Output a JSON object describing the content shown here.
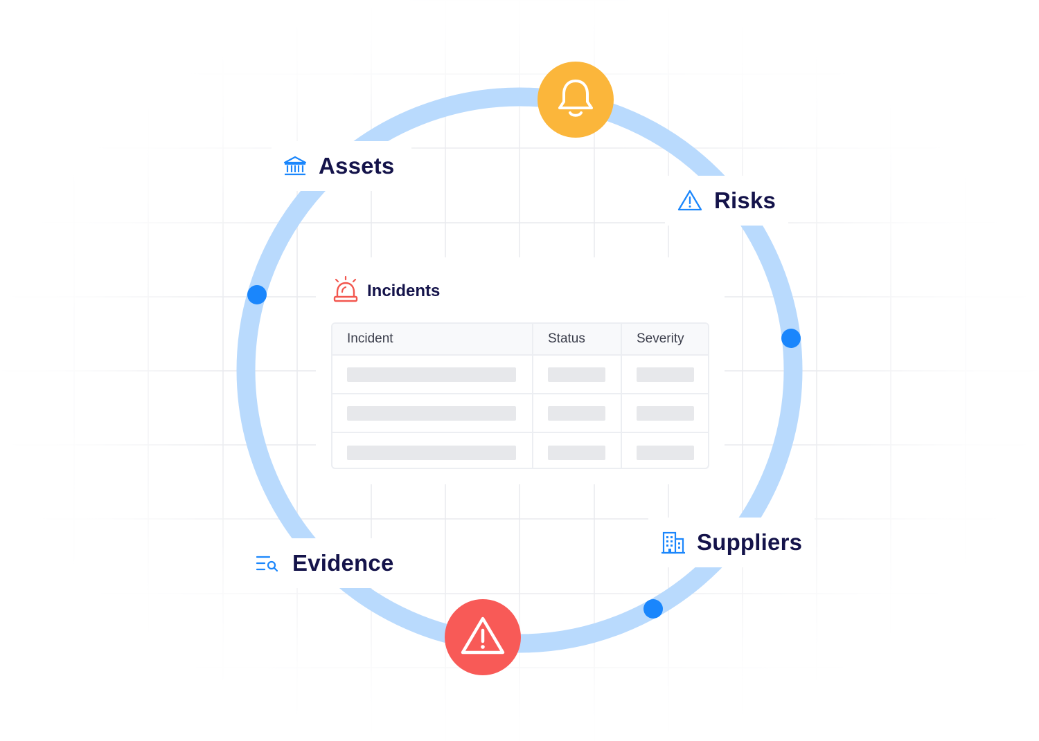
{
  "nodes": {
    "assets": {
      "label": "Assets",
      "icon": "bank-icon"
    },
    "risks": {
      "label": "Risks",
      "icon": "warning-triangle-icon"
    },
    "evidence": {
      "label": "Evidence",
      "icon": "search-list-icon"
    },
    "suppliers": {
      "label": "Suppliers",
      "icon": "building-icon"
    }
  },
  "alerts": {
    "bell": {
      "icon": "bell-icon",
      "color": "#fbb63b"
    },
    "warning": {
      "icon": "warning-icon",
      "color": "#f85a57"
    }
  },
  "incidents_panel": {
    "title": "Incidents",
    "icon": "siren-icon",
    "columns": [
      "Incident",
      "Status",
      "Severity"
    ],
    "row_count": 3
  },
  "colors": {
    "ring": "#b9dafd",
    "dot": "#1a86fc",
    "text": "#14134a",
    "icon_blue": "#1a86fc",
    "icon_red": "#f2564e"
  }
}
